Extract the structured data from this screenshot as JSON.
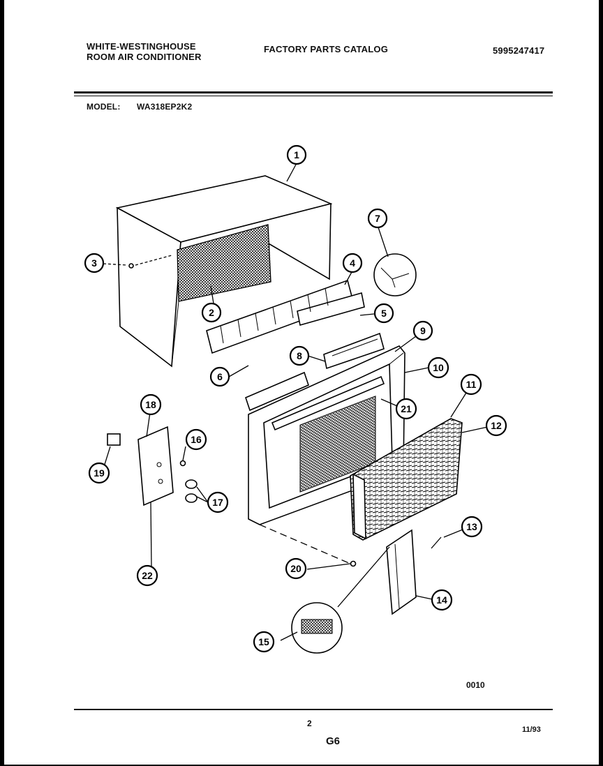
{
  "header": {
    "brand_line1": "WHITE-WESTINGHOUSE",
    "brand_line2": "ROOM AIR CONDITIONER",
    "catalog_title": "FACTORY PARTS CATALOG",
    "catalog_number": "5995247417",
    "model_label": "MODEL:",
    "model_value": "WA318EP2K2"
  },
  "diagram": {
    "callouts": [
      "1",
      "2",
      "3",
      "4",
      "5",
      "6",
      "7",
      "8",
      "9",
      "10",
      "11",
      "12",
      "13",
      "14",
      "15",
      "16",
      "17",
      "18",
      "19",
      "20",
      "21",
      "22"
    ],
    "illustration_code": "0010"
  },
  "footer": {
    "page_number": "2",
    "section_code": "G6",
    "date": "11/93"
  }
}
